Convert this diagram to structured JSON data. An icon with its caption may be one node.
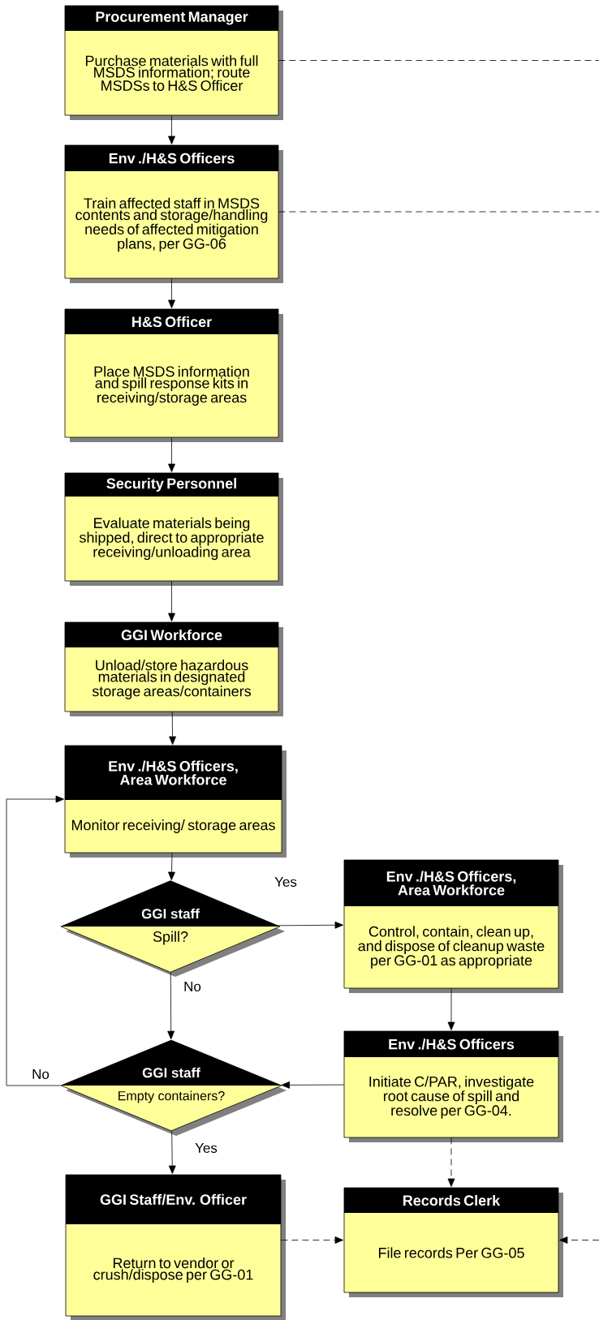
{
  "diagram": {
    "nodes": [
      {
        "text": [
          "Procurement Manager",
          "Purchase materials with full MSDS information; route MSDSs to H&S Officer"
        ]
      },
      {
        "text": [
          "Env ./H&S Officers",
          "Train affected staff in MSDS contents and storage/handling needs of affected mitigation plans, per GG-06"
        ]
      },
      {
        "text": [
          "H&S Officer",
          "Place MSDS information and spill response kits in receiving/storage areas"
        ]
      },
      {
        "text": [
          "Security Personnel",
          "Evaluate materials being shipped, direct to appropriate receiving/unloading area"
        ]
      },
      {
        "text": [
          "GGI Workforce",
          "Unload/store hazardous materials in designated storage areas/containers"
        ]
      },
      {
        "text": [
          "Env ./H&S Officers, Area Workforce",
          "Monitor receiving/ storage areas"
        ]
      },
      {
        "text": [
          "GGI staff",
          "Spill?"
        ]
      },
      {
        "text": [
          "Env ./H&S Officers, Area Workforce",
          "Control, contain, clean up, and dispose of cleanup waste per GG-01 as appropriate"
        ]
      },
      {
        "text": [
          "GGI staff",
          "Empty containers?"
        ]
      },
      {
        "text": [
          "Env ./H&S Officers",
          "Initiate C/PAR, investigate root cause of spill and resolve per GG-04."
        ]
      },
      {
        "text": [
          "GGI Staff/Env. Officer",
          "Return to vendor or crush/dispose per GG-01"
        ]
      },
      {
        "text": [
          "Records Clerk",
          "File records Per GG-05"
        ]
      }
    ],
    "edges": [
      {
        "from": 0,
        "to": 1,
        "arrow": "to"
      },
      {
        "from": 1,
        "to": 2,
        "arrow": "to"
      },
      {
        "from": 2,
        "to": 3,
        "arrow": "to"
      },
      {
        "from": 3,
        "to": 4,
        "arrow": "to"
      },
      {
        "from": 4,
        "to": 5,
        "arrow": "to"
      },
      {
        "from": 5,
        "to": 6,
        "arrow": "to"
      },
      {
        "from": 6,
        "to": 7,
        "arrow": "to",
        "label": "Yes"
      },
      {
        "from": 6,
        "to": 8,
        "arrow": "to",
        "label": "No"
      },
      {
        "from": 7,
        "to": 9,
        "arrow": "to"
      },
      {
        "from": 9,
        "to": 8,
        "arrow": "to"
      },
      {
        "from": 8,
        "to": 5,
        "arrow": "to",
        "label": "No"
      },
      {
        "from": 8,
        "to": 10,
        "arrow": "to",
        "label": "Yes"
      },
      {
        "from": 9,
        "to": 11,
        "arrow": "to",
        "style": "dashed"
      },
      {
        "from": 10,
        "to": 11,
        "arrow": "to",
        "style": "dashed"
      },
      {
        "from": 0,
        "to": null,
        "arrow": "none",
        "style": "dashed"
      },
      {
        "from": 1,
        "to": null,
        "arrow": "none",
        "style": "dashed"
      },
      {
        "from": null,
        "to": 11,
        "arrow": "to",
        "style": "dashed"
      }
    ]
  }
}
